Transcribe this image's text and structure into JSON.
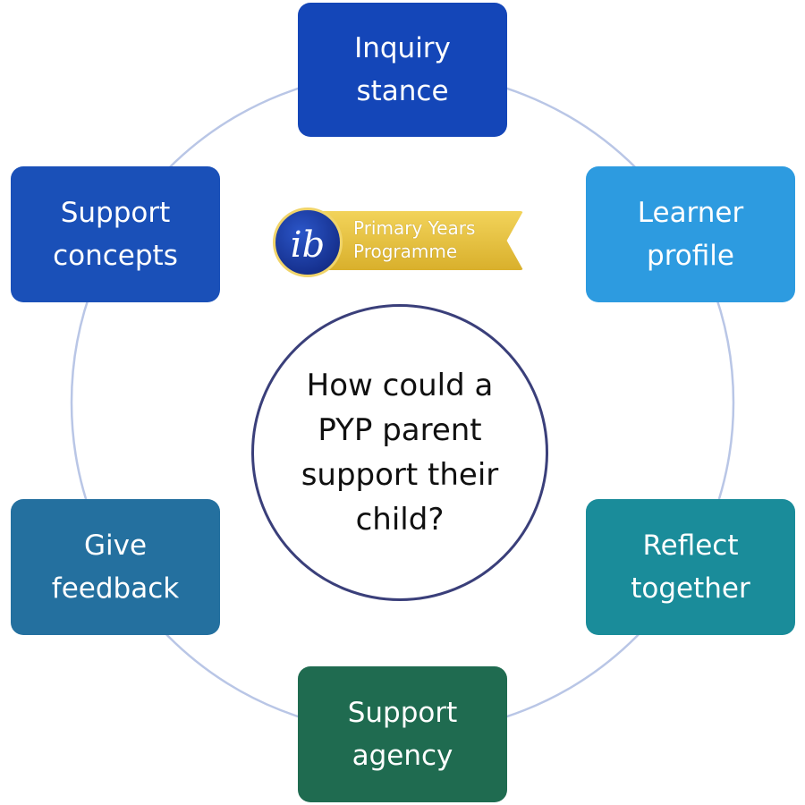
{
  "center": {
    "lines": [
      "How could a",
      "PYP parent",
      "support their",
      "child?"
    ]
  },
  "logo": {
    "lines": [
      "Primary Years",
      "Programme"
    ],
    "mark": "ib"
  },
  "nodes": [
    {
      "id": "inquiry",
      "lines": [
        "Inquiry",
        "stance"
      ],
      "color": "#1446b8"
    },
    {
      "id": "learner",
      "lines": [
        "Learner",
        "profile"
      ],
      "color": "#2d9be0"
    },
    {
      "id": "reflect",
      "lines": [
        "Reflect",
        "together"
      ],
      "color": "#1a8c9a"
    },
    {
      "id": "agency",
      "lines": [
        "Support",
        "agency"
      ],
      "color": "#1f6b50"
    },
    {
      "id": "feedback",
      "lines": [
        "Give",
        "feedback"
      ],
      "color": "#24709f"
    },
    {
      "id": "concepts",
      "lines": [
        "Support",
        "concepts"
      ],
      "color": "#1a50b8"
    }
  ],
  "ring_color": "#b9c6e6"
}
